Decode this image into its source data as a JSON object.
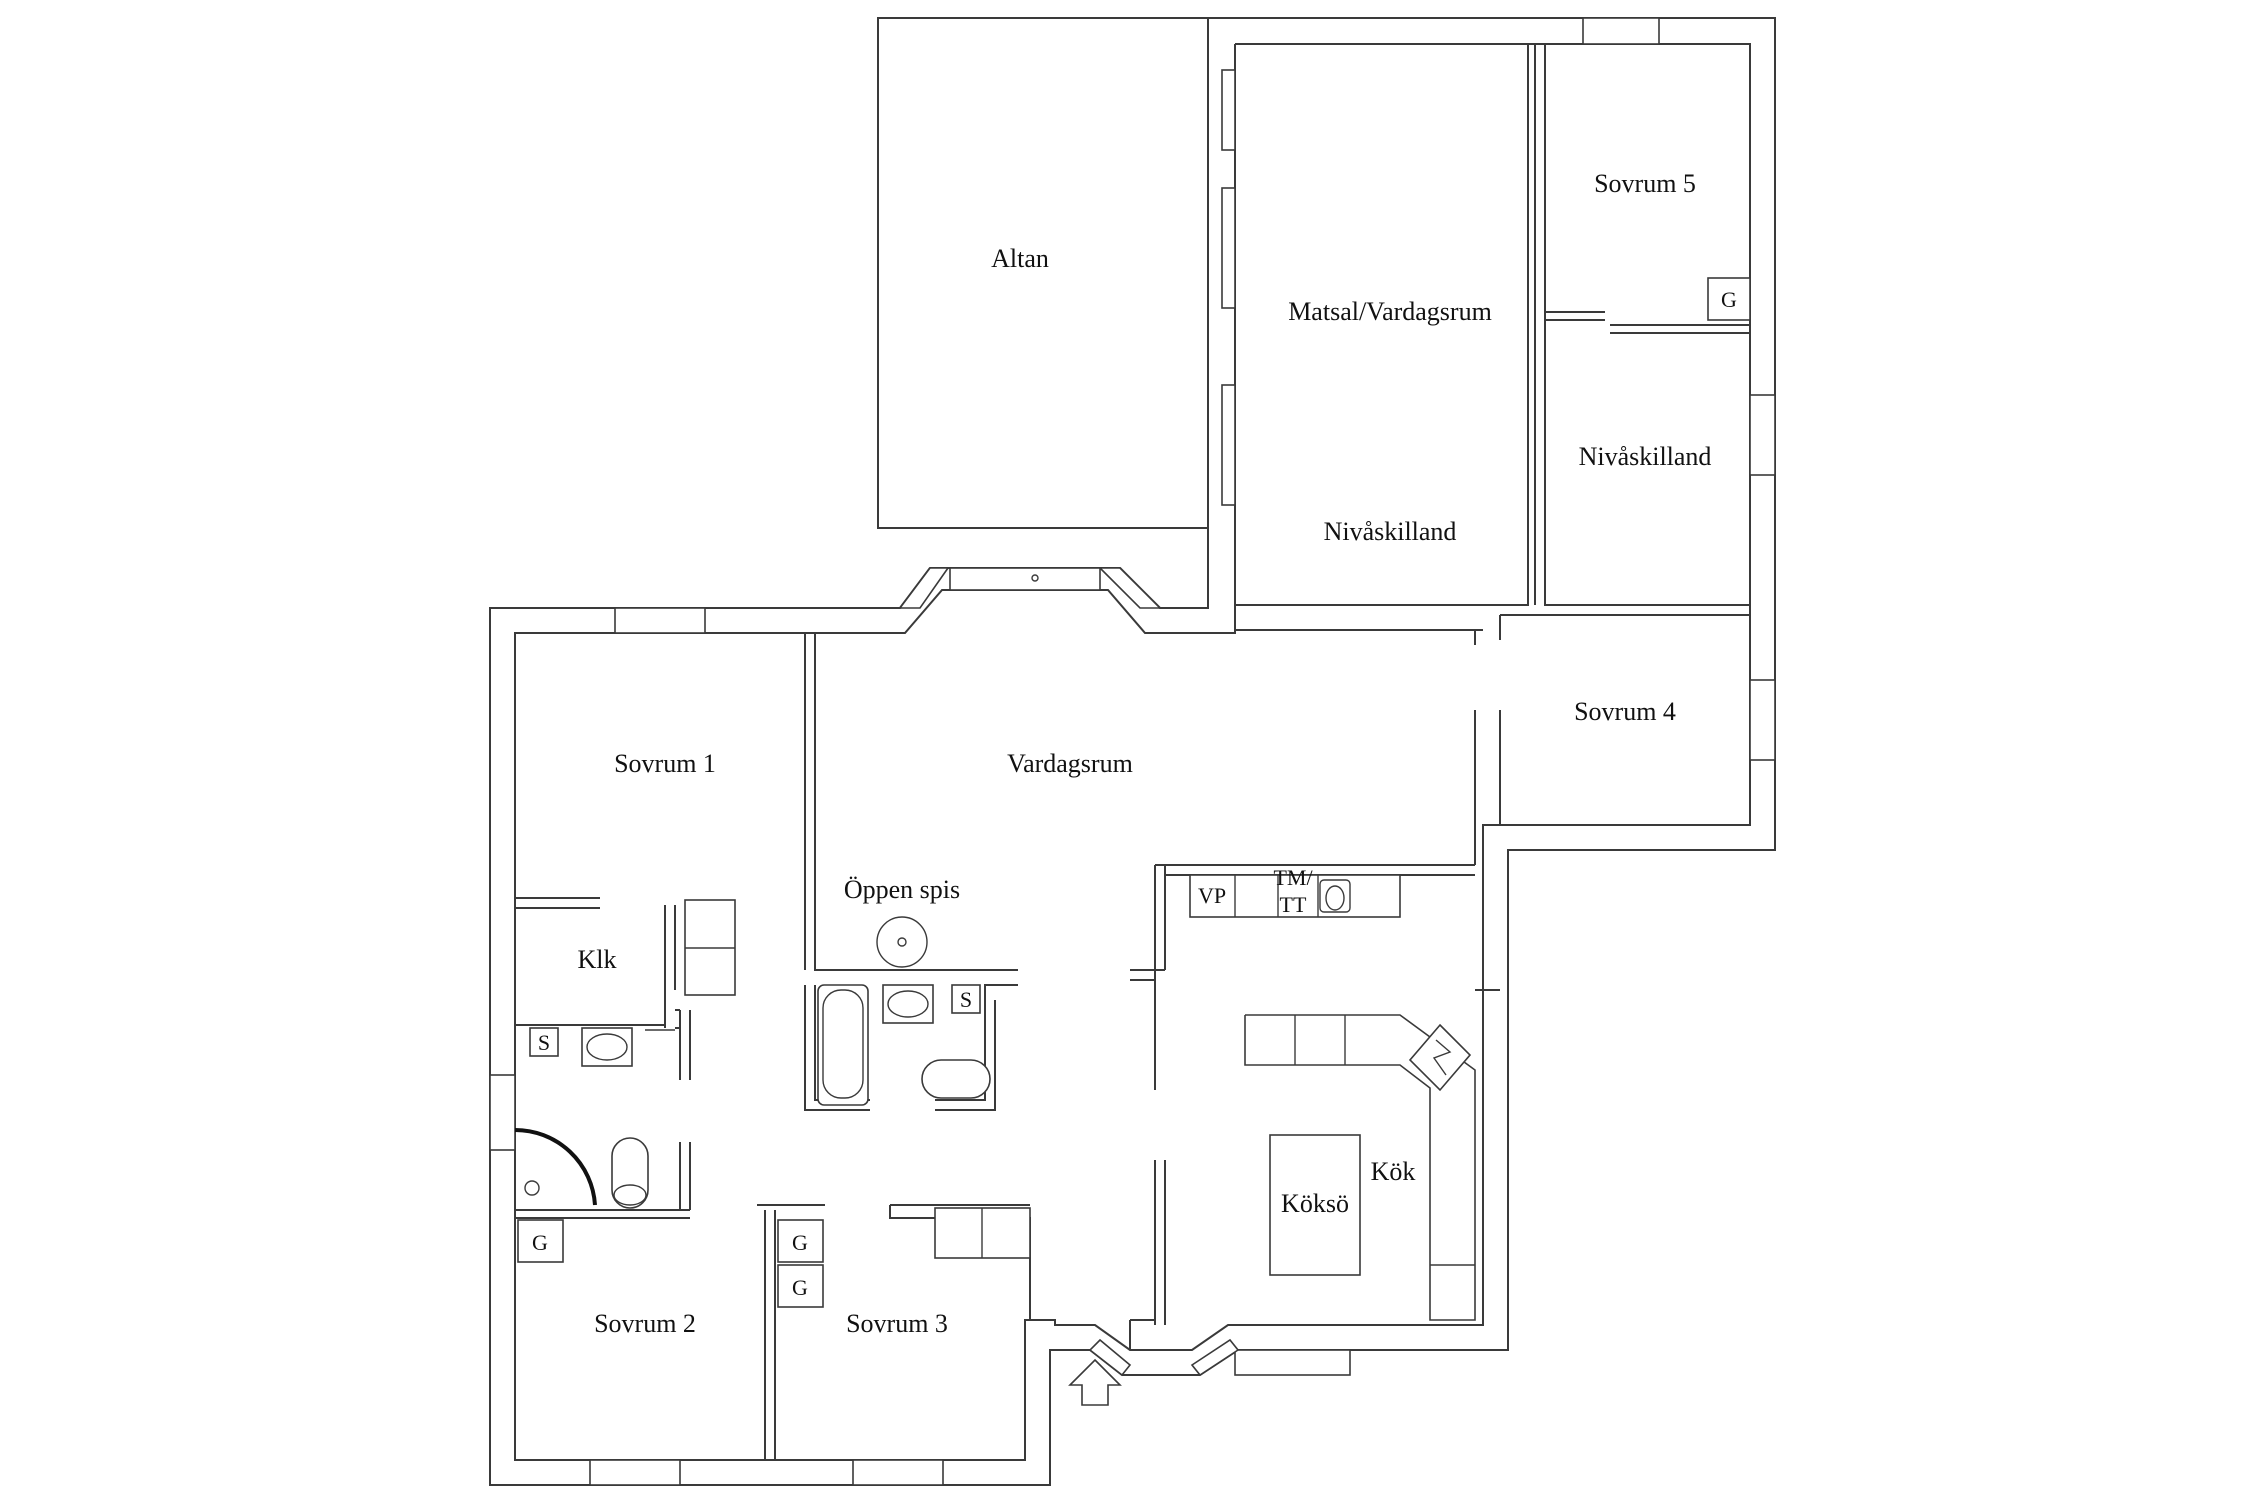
{
  "rooms": {
    "altan": "Altan",
    "matsal": "Matsal/Vardagsrum",
    "niva1": "Nivåskilland",
    "sovrum5": "Sovrum 5",
    "niva2": "Nivåskilland",
    "sovrum4": "Sovrum 4",
    "sovrum1": "Sovrum 1",
    "vardagsrum": "Vardagsrum",
    "oppen_spis": "Öppen spis",
    "klk": "Klk",
    "kok": "Kök",
    "kokso": "Köksö",
    "sovrum2": "Sovrum 2",
    "sovrum3": "Sovrum 3"
  },
  "fixtures": {
    "vp": "VP",
    "tm1": "TM/",
    "tm2": "TT",
    "s1": "S",
    "s2": "S",
    "g_sovrum5": "G",
    "g_sovrum2": "G",
    "g_sovrum3a": "G",
    "g_sovrum3b": "G"
  }
}
